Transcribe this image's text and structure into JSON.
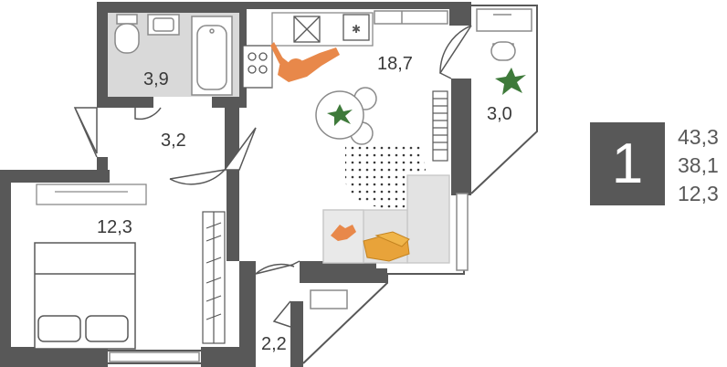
{
  "rooms": [
    {
      "id": "bathroom",
      "area": "3,9"
    },
    {
      "id": "kitchen-living",
      "area": "18,7"
    },
    {
      "id": "balcony",
      "area": "3,0"
    },
    {
      "id": "hallway",
      "area": "3,2"
    },
    {
      "id": "bedroom",
      "area": "12,3"
    },
    {
      "id": "storage",
      "area": "2,2"
    }
  ],
  "summary": {
    "room_count": "1",
    "total_area": "43,3",
    "living_area": "38,1",
    "bedroom_area": "12,3"
  },
  "colors": {
    "wall": "#585858",
    "furniture_outline": "#8a8a8a",
    "bath_floor": "#d9d9d9",
    "sofa": "#e3e3e3",
    "person": "#e8884a",
    "accent_orange": "#e8a33a",
    "plant": "#3e7a3a",
    "dots": "#3a3a3a"
  }
}
